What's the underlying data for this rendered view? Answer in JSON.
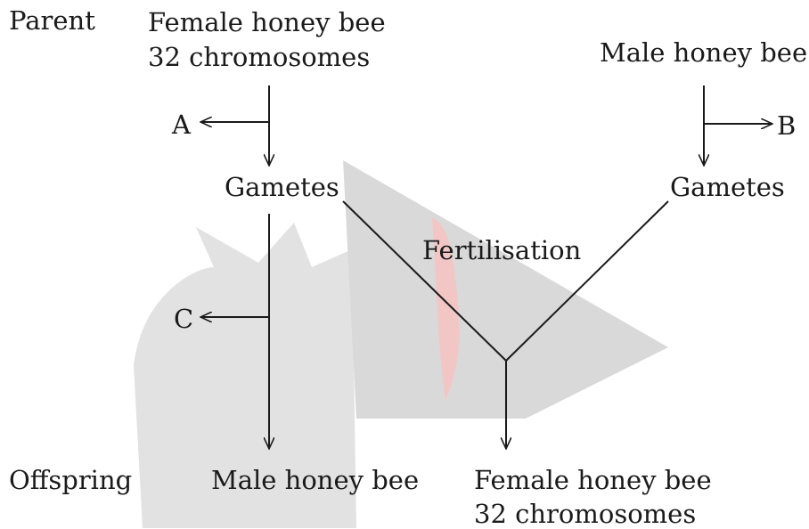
{
  "row_labels": {
    "parent": "Parent",
    "offspring": "Offspring"
  },
  "parents": {
    "female": {
      "line1": "Female honey bee",
      "line2": "32 chromosomes"
    },
    "male": {
      "line1": "Male honey bee"
    }
  },
  "gametes": {
    "female": "Gametes",
    "male": "Gametes"
  },
  "process": {
    "fertilisation": "Fertilisation"
  },
  "markers": {
    "a": "A",
    "b": "B",
    "c": "C"
  },
  "offspring": {
    "male": {
      "line1": "Male honey bee"
    },
    "female": {
      "line1": "Female honey bee",
      "line2": "32 chromosomes"
    }
  },
  "colors": {
    "ink": "#1a1a1a",
    "watermark_gray": "#d6d6d6",
    "watermark_red": "#f2b8b8"
  }
}
